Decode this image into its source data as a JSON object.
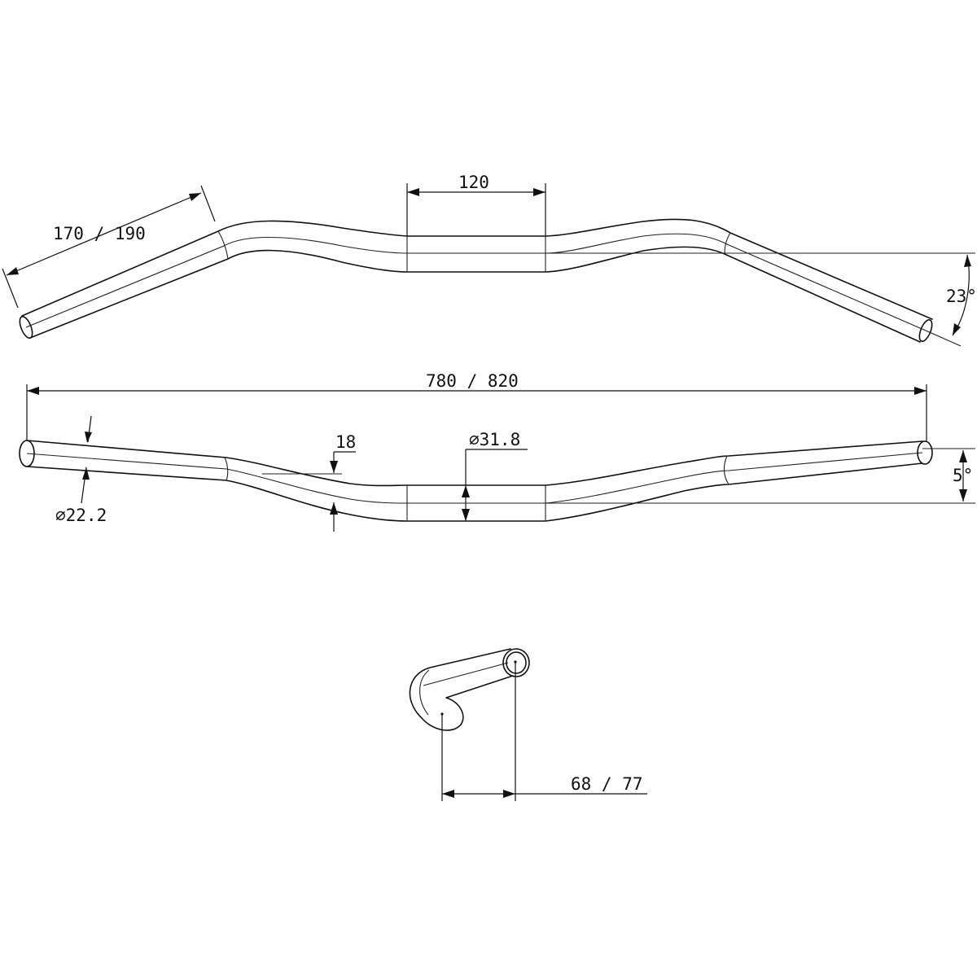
{
  "labels": {
    "clamp_width": "120",
    "sweep_length": "170 / 190",
    "rise_angle": "23°",
    "total_width": "780 / 820",
    "rise": "18",
    "clamp_diameter": "⌀31.8",
    "grip_diameter": "⌀22.2",
    "back_sweep": "5°",
    "reach": "68 / 77"
  }
}
